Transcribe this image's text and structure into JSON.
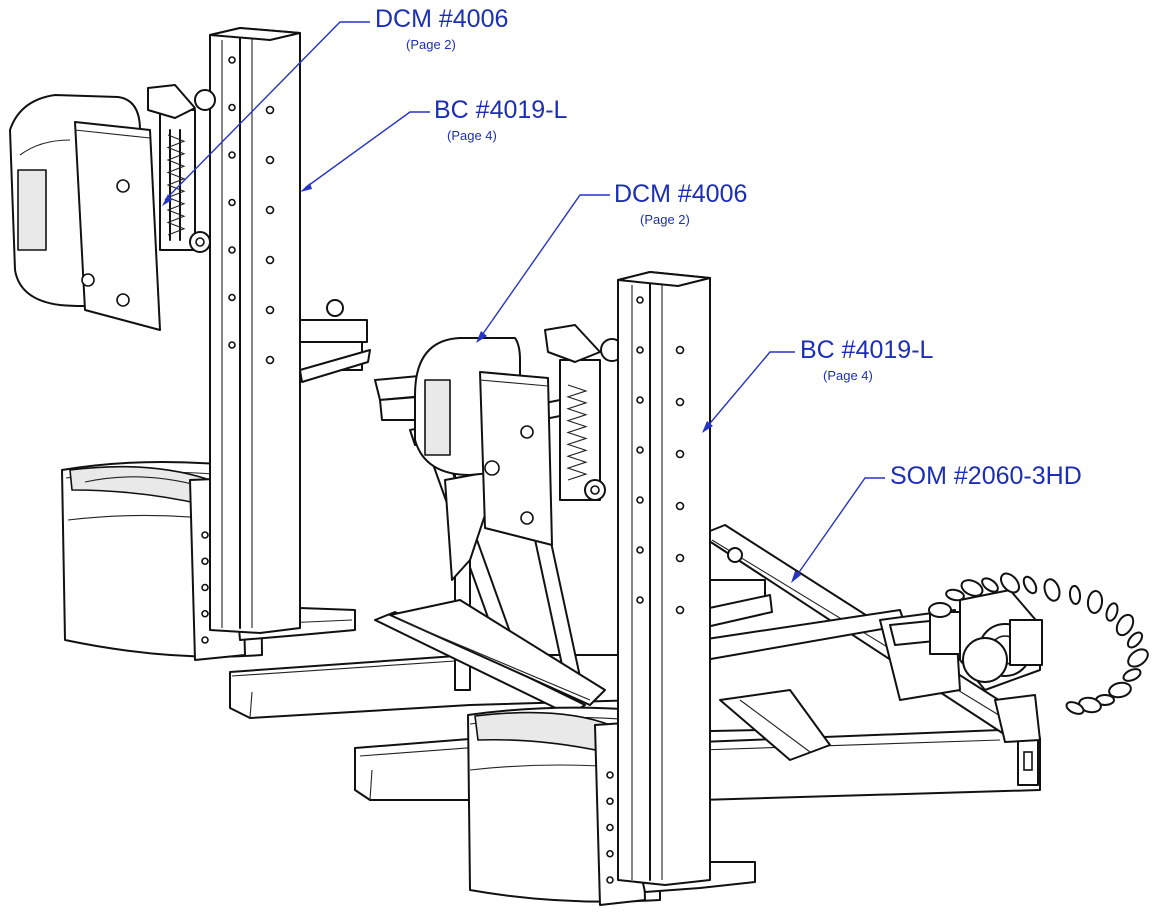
{
  "callouts": [
    {
      "id": "dcm-top",
      "label": "DCM #4006",
      "page": "(Page 2)"
    },
    {
      "id": "bc-top",
      "label": "BC #4019-L",
      "page": "(Page 4)"
    },
    {
      "id": "dcm-mid",
      "label": "DCM #4006",
      "page": "(Page 2)"
    },
    {
      "id": "bc-mid",
      "label": "BC #4019-L",
      "page": "(Page 4)"
    },
    {
      "id": "som",
      "label": "SOM #2060-3HD",
      "page": ""
    }
  ],
  "colors": {
    "callout": "#1c2fb4",
    "line": "#111111"
  }
}
